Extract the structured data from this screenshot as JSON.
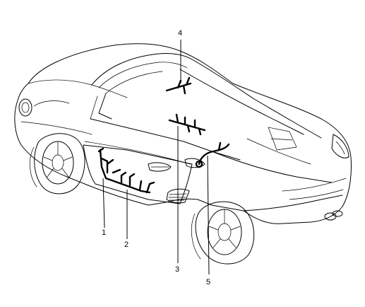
{
  "callouts": [
    {
      "label": "1"
    },
    {
      "label": "2"
    },
    {
      "label": "3"
    },
    {
      "label": "4"
    },
    {
      "label": "5"
    }
  ]
}
